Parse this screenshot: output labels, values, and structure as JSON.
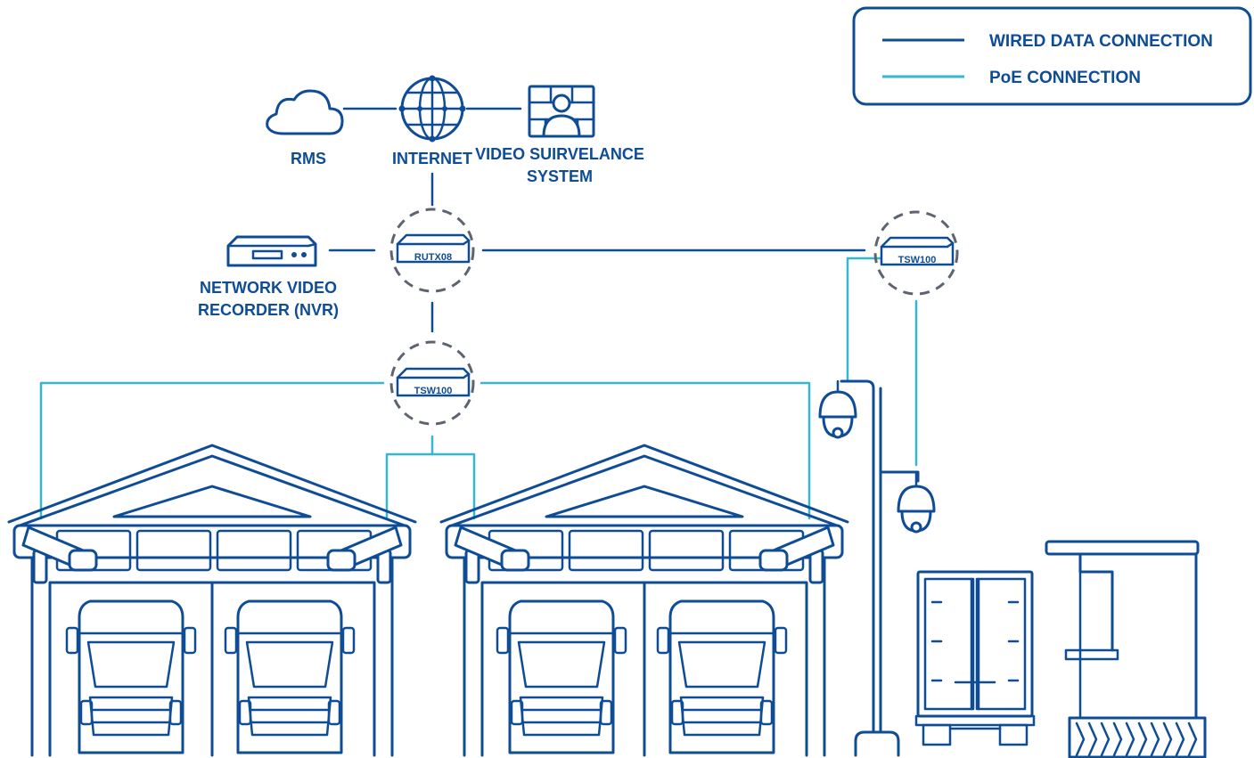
{
  "legend": {
    "wired_label": "WIRED DATA CONNECTION",
    "poe_label": "PoE CONNECTION"
  },
  "nodes": {
    "rms": "RMS",
    "internet": "INTERNET",
    "vss_line1": "VIDEO SUIRVELANCE",
    "vss_line2": "SYSTEM",
    "nvr_line1": "NETWORK VIDEO",
    "nvr_line2": "RECORDER (NVR)",
    "router": "RUTX08",
    "switch_center": "TSW100",
    "switch_right": "TSW100"
  },
  "colors": {
    "wired": "#0f4c96",
    "poe": "#36b6cf",
    "dashed_circle": "#5d6470"
  }
}
